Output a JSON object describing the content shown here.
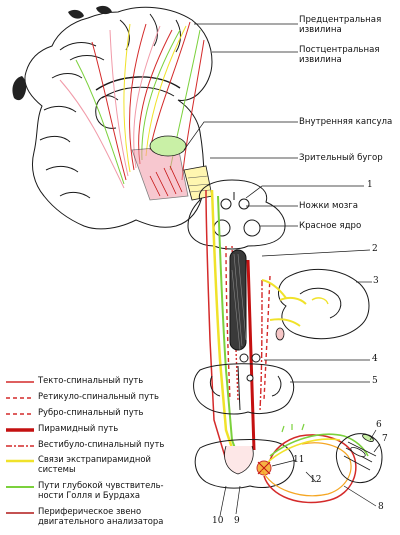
{
  "labels": {
    "precentral": [
      "Предцентральная",
      "извилина"
    ],
    "postcentral": [
      "Постцентральная",
      "извилина"
    ],
    "internal_capsule": "Внутренняя капсула",
    "thalamus": "Зрительный бугор",
    "cerebral_peduncles": "Ножки мозга",
    "red_nucleus": "Красное ядро"
  },
  "numbers": [
    "1",
    "2",
    "3",
    "4",
    "5",
    "6",
    "7",
    "8",
    "9",
    "10",
    "11",
    "12"
  ],
  "legend": [
    {
      "text": [
        "Текто-спинальный путь"
      ],
      "color": "#d42a2a",
      "style": "solid",
      "width": 1.5
    },
    {
      "text": [
        "Ретикуло-спинальный путь"
      ],
      "color": "#d42a2a",
      "style": "dashed",
      "width": 1.5
    },
    {
      "text": [
        "Рубро-спинальный путь"
      ],
      "color": "#d42a2a",
      "style": "dashed",
      "width": 1.5
    },
    {
      "text": [
        "Пирамидный путь"
      ],
      "color": "#c41010",
      "style": "solid",
      "width": 3.5
    },
    {
      "text": [
        "Вестибуло-спинальный путь"
      ],
      "color": "#d42a2a",
      "style": "dashdot",
      "width": 1.5
    },
    {
      "text": [
        "Связи экстрапирамидной",
        "системы"
      ],
      "color": "#f0e22a",
      "style": "solid",
      "width": 2.5
    },
    {
      "text": [
        "Пути глубокой чувствитель-",
        "ности Голля и Бурдаха"
      ],
      "color": "#7bd13c",
      "style": "solid",
      "width": 2
    },
    {
      "text": [
        "Периферическое звено",
        "двигательного анализатора"
      ],
      "color": "#b01818",
      "style": "solid",
      "width": 1.5
    }
  ],
  "colors": {
    "outline": "#1a1a1a",
    "red": "#d42a2a",
    "yellow": "#f0e22a",
    "green": "#7bd13c",
    "pink": "#f19aa8",
    "orange": "#f5a623"
  }
}
